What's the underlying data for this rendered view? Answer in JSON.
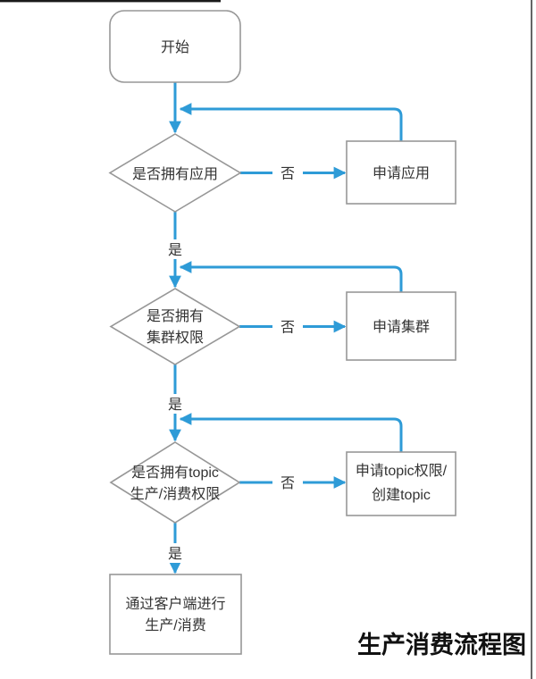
{
  "colors": {
    "arrow_blue": "#2e9bd7",
    "shape_border": "#979797",
    "text_dark": "#333333",
    "title_black": "#111111",
    "frame_line": "#3f3f3f"
  },
  "diagram_title": "生产消费流程图",
  "nodes": {
    "start": {
      "label": "开始"
    },
    "decision_app": {
      "label": "是否拥有应用"
    },
    "process_apply_app": {
      "label": "申请应用"
    },
    "decision_cluster": {
      "line1": "是否拥有",
      "line2": "集群权限"
    },
    "process_apply_cluster": {
      "label": "申请集群"
    },
    "decision_topic": {
      "line1": "是否拥有topic",
      "line2": "生产/消费权限"
    },
    "process_apply_topic": {
      "line1": "申请topic权限/",
      "line2": "创建topic"
    },
    "end": {
      "line1": "通过客户端进行",
      "line2": "生产/消费"
    }
  },
  "edge_labels": {
    "yes": "是",
    "no": "否"
  }
}
